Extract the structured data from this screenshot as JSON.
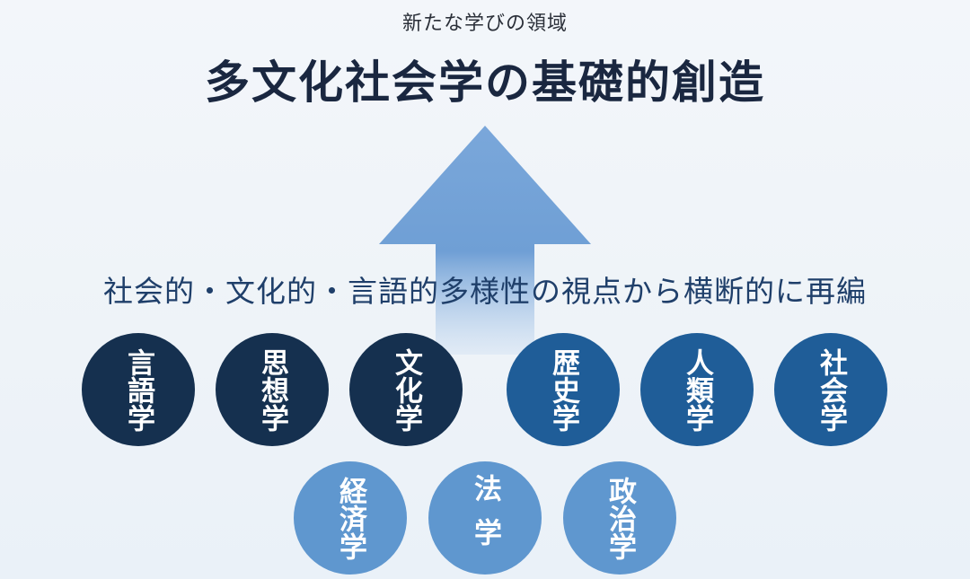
{
  "header": {
    "subtitle": "新たな学びの領域",
    "title": "多文化社会学の基礎的創造"
  },
  "tagline": "社会的・文化的・言語的多様性の視点から横断的に再編",
  "colors": {
    "dark": "#15304f",
    "mid": "#1f5d98",
    "light": "#5f97cf",
    "arrow": "#7aa7da",
    "text_dark": "#1a2740",
    "tagline": "#1f3f6a"
  },
  "disciplines_row1": [
    {
      "label": "言語学",
      "tone": "dark"
    },
    {
      "label": "思想学",
      "tone": "dark"
    },
    {
      "label": "文化学",
      "tone": "dark"
    },
    {
      "label": "歴史学",
      "tone": "mid"
    },
    {
      "label": "人類学",
      "tone": "mid"
    },
    {
      "label": "社会学",
      "tone": "mid"
    }
  ],
  "disciplines_row2": [
    {
      "label": "経済学",
      "tone": "light"
    },
    {
      "label": "法学",
      "tone": "light"
    },
    {
      "label": "政治学",
      "tone": "light"
    }
  ]
}
